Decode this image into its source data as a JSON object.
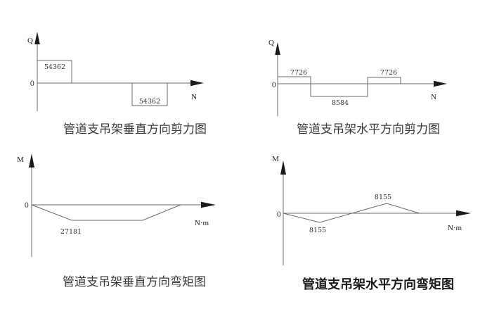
{
  "page": {
    "background_color": "#ffffff",
    "line_color": "#6a6a6a",
    "text_color": "#333333"
  },
  "diagrams": [
    {
      "id": "vertical-shear",
      "y_axis_label": "Q",
      "x_axis_label": "N",
      "origin_label": "0",
      "caption": "管道支吊架垂直方向剪力图",
      "values": {
        "positive": "54362",
        "negative": "54362"
      }
    },
    {
      "id": "horizontal-shear",
      "y_axis_label": "Q",
      "x_axis_label": "N",
      "origin_label": "0",
      "caption": "管道支吊架水平方向剪力图",
      "values": {
        "left_positive": "7726",
        "middle_negative": "8584",
        "right_positive": "7726"
      }
    },
    {
      "id": "vertical-moment",
      "y_axis_label": "M",
      "x_axis_label": "N·m",
      "origin_label": "0",
      "caption": "管道支吊架垂直方向弯矩图",
      "values": {
        "max_moment": "27181"
      }
    },
    {
      "id": "horizontal-moment",
      "y_axis_label": "M",
      "x_axis_label": "N·m",
      "origin_label": "0",
      "caption": "管道支吊架水平方向弯矩图",
      "values": {
        "negative_peak": "8155",
        "positive_peak": "8155"
      }
    }
  ],
  "chart_data": [
    {
      "type": "line",
      "subtype": "step",
      "title": "管道支吊架垂直方向剪力图",
      "xlabel": "N",
      "ylabel": "Q",
      "x_normalized": [
        0,
        0.21,
        0.21,
        0.57,
        0.57,
        0.78,
        0.78
      ],
      "y": [
        54362,
        54362,
        0,
        0,
        -54362,
        -54362,
        0
      ],
      "value_labels": [
        "54362",
        "54362"
      ],
      "grid": false,
      "legend": false
    },
    {
      "type": "line",
      "subtype": "step",
      "title": "管道支吊架水平方向剪力图",
      "xlabel": "N",
      "ylabel": "Q",
      "x_normalized": [
        0,
        0.195,
        0.195,
        0.53,
        0.53,
        0.726,
        0.726
      ],
      "y": [
        7726,
        7726,
        -8584,
        -8584,
        7726,
        7726,
        0
      ],
      "value_labels": [
        "7726",
        "8584",
        "7726"
      ],
      "grid": false,
      "legend": false
    },
    {
      "type": "line",
      "subtype": "piecewise-linear",
      "title": "管道支吊架垂直方向弯矩图",
      "xlabel": "N·m",
      "ylabel": "M",
      "x_normalized": [
        0,
        0.218,
        0.603,
        0.809
      ],
      "y": [
        0,
        -27181,
        -27181,
        0
      ],
      "value_labels": [
        "27181"
      ],
      "grid": false,
      "legend": false
    },
    {
      "type": "line",
      "subtype": "piecewise-linear",
      "title": "管道支吊架水平方向弯矩图",
      "xlabel": "N·m",
      "ylabel": "M",
      "x_normalized": [
        0,
        0.195,
        0.55,
        0.727
      ],
      "y": [
        0,
        -8155,
        8155,
        0
      ],
      "value_labels": [
        "8155",
        "8155"
      ],
      "grid": false,
      "legend": false
    }
  ]
}
